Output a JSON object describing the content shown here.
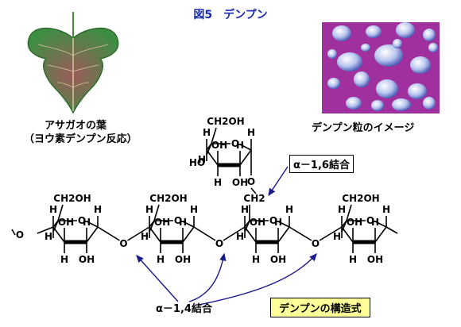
{
  "title": "図5　デンプン",
  "leaf_caption_line1": "アサガオの葉",
  "leaf_caption_line2": "（ヨウ素デンプン反応）",
  "granule_caption": "デンプン粒のイメージ",
  "alpha16_label": "α－1,6結合",
  "alpha14_label": "α－1,4結合",
  "structure_label": "デンプンの構造式",
  "atoms": {
    "h": "H",
    "oh": "OH",
    "ho": "HO",
    "o": "O",
    "ch2oh": "CH2OH",
    "ch2": "CH2"
  },
  "colors": {
    "title": "#1a2bb0",
    "granule_bg": "#a0309e",
    "leaf": "#3f8e3f",
    "arrow": "#1a1a8a",
    "structure_box": "#ffff99"
  }
}
